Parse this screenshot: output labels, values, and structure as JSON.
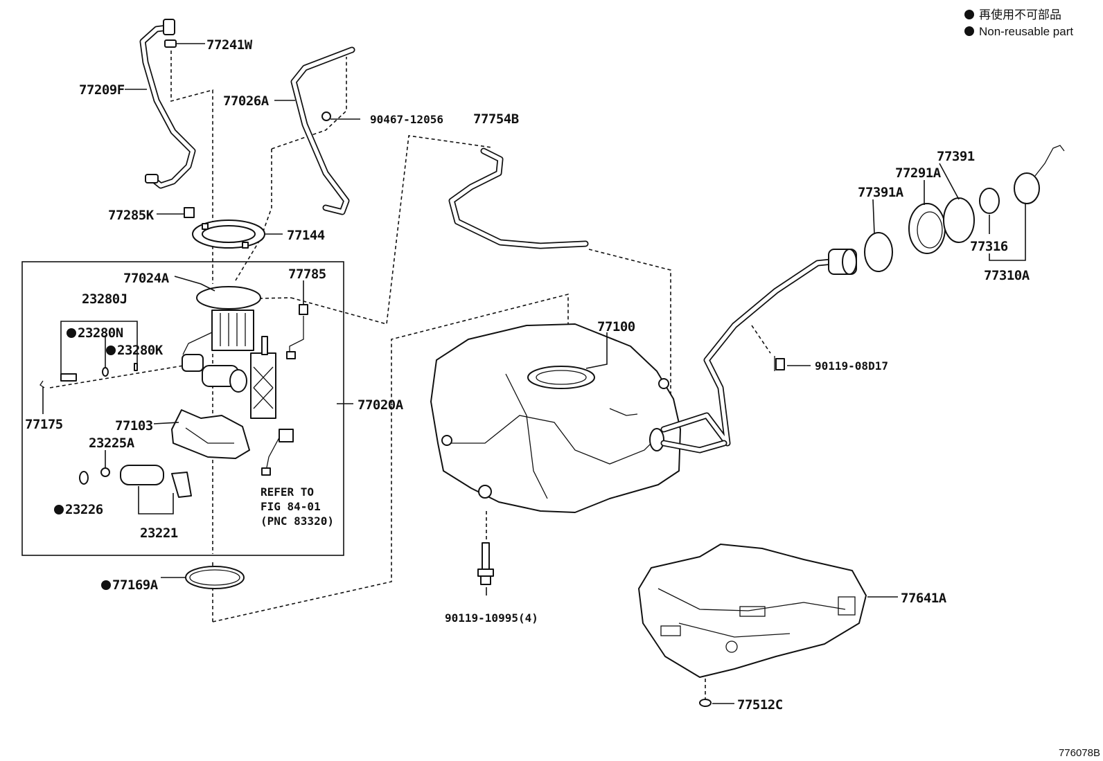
{
  "legend": {
    "jp": "再使用不可部品",
    "en": "Non-reusable part"
  },
  "figure_code": "776078B",
  "reference_note": {
    "line1": "REFER TO",
    "line2": "FIG 84-01",
    "line3": "(PNC 83320)"
  },
  "labels": {
    "p77241W": "77241W",
    "p77209F": "77209F",
    "p77026A": "77026A",
    "p90467": "90467-12056",
    "p77754B": "77754B",
    "p77285K": "77285K",
    "p77144": "77144",
    "p77024A": "77024A",
    "p77785": "77785",
    "p23280J": "23280J",
    "p23280N": "23280N",
    "p23280K": "23280K",
    "p77175": "77175",
    "p77103": "77103",
    "p23225A": "23225A",
    "p23226": "23226",
    "p23221": "23221",
    "p77020A": "77020A",
    "p77169A": "77169A",
    "p77100": "77100",
    "p90119_10995": "90119-10995(4)",
    "p77391": "77391",
    "p77291A": "77291A",
    "p77391A": "77391A",
    "p77316": "77316",
    "p77310A": "77310A",
    "p90119_08D17": "90119-08D17",
    "p77641A": "77641A",
    "p77512C": "77512C"
  }
}
